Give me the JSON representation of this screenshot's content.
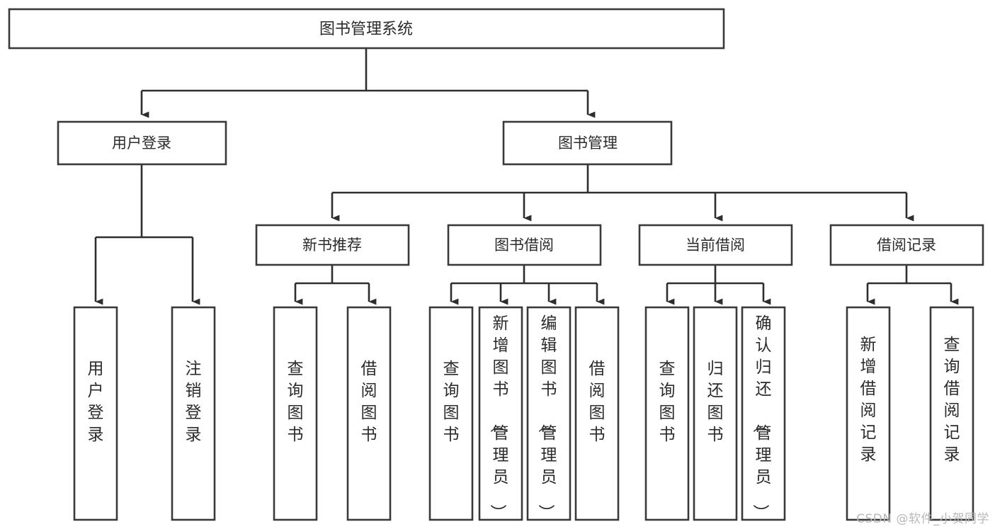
{
  "diagram": {
    "type": "hierarchy-tree",
    "title": "图书管理系统",
    "orientation": "top-down",
    "colors": {
      "box_stroke": "#3a3a3a",
      "box_fill": "#ffffff",
      "line": "#2e2e2e",
      "text": "#2b2b2b",
      "background": "#ffffff",
      "watermark": "#b8b8b8"
    },
    "root": {
      "id": "root",
      "label": "图书管理系统"
    },
    "level2": [
      {
        "id": "user-login",
        "label": "用户登录"
      },
      {
        "id": "book-manage",
        "label": "图书管理"
      }
    ],
    "level3": [
      {
        "id": "new-book-recommend",
        "label": "新书推荐",
        "parent": "book-manage"
      },
      {
        "id": "book-borrow",
        "label": "图书借阅",
        "parent": "book-manage"
      },
      {
        "id": "current-borrow",
        "label": "当前借阅",
        "parent": "book-manage"
      },
      {
        "id": "borrow-record",
        "label": "借阅记录",
        "parent": "book-manage"
      }
    ],
    "leaves": {
      "user-login": [
        {
          "id": "leaf-user-login",
          "label": "用户登录"
        },
        {
          "id": "leaf-user-logout",
          "label": "注销登录"
        }
      ],
      "new-book-recommend": [
        {
          "id": "leaf-query-book-1",
          "label": "查询图书"
        },
        {
          "id": "leaf-borrow-book-1",
          "label": "借阅图书"
        }
      ],
      "book-borrow": [
        {
          "id": "leaf-query-book-2",
          "label": "查询图书"
        },
        {
          "id": "leaf-add-book",
          "label": "新增图书（管理员）"
        },
        {
          "id": "leaf-edit-book",
          "label": "编辑图书（管理员）"
        },
        {
          "id": "leaf-borrow-book-2",
          "label": "借阅图书"
        }
      ],
      "current-borrow": [
        {
          "id": "leaf-query-book-3",
          "label": "查询图书"
        },
        {
          "id": "leaf-return-book",
          "label": "归还图书"
        },
        {
          "id": "leaf-confirm-return",
          "label": "确认归还（管理员）"
        }
      ],
      "borrow-record": [
        {
          "id": "leaf-add-record",
          "label": "新增借阅记录"
        },
        {
          "id": "leaf-query-record",
          "label": "查询借阅记录"
        }
      ]
    }
  },
  "watermark": {
    "text": "CSDN @软件_小贺同学"
  }
}
